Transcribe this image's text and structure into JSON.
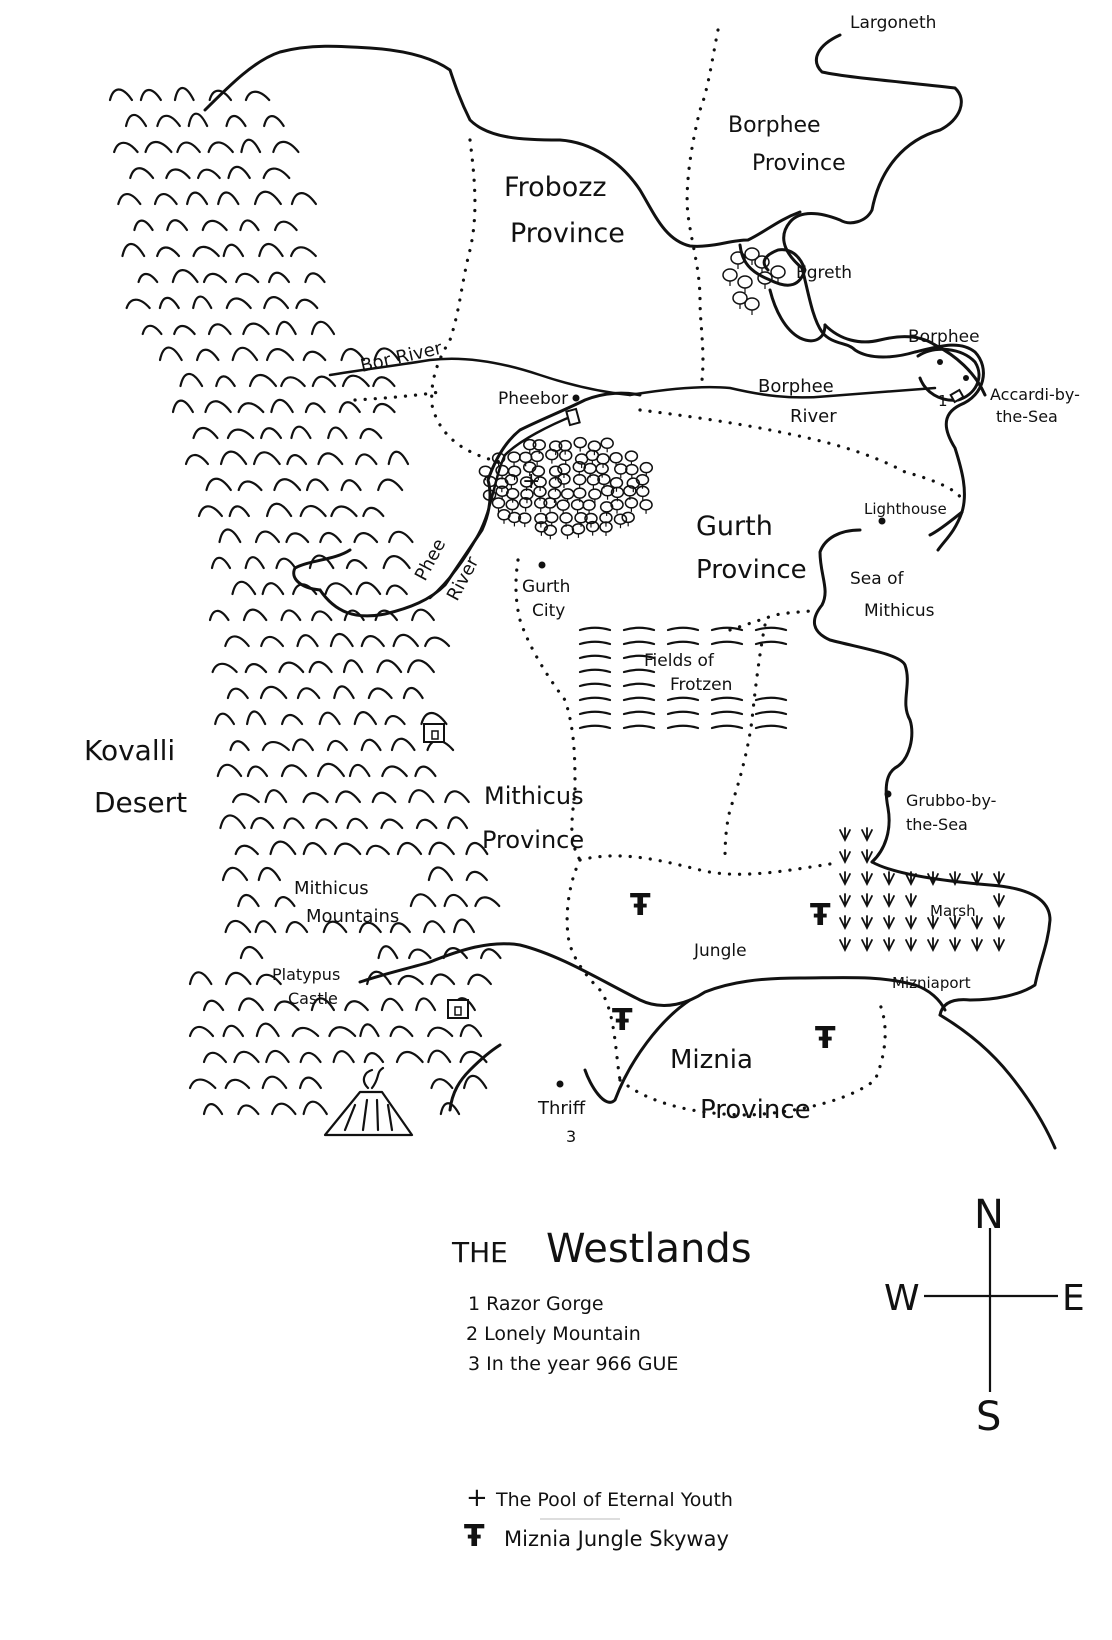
{
  "map": {
    "regions": {
      "frobozz_province": "Frobozz Province",
      "borphee_province": "Borphee Province",
      "gurth_province": "Gurth Province",
      "mithicus_province": "Mithicus Province",
      "miznia_province": "Miznia Province",
      "kovalli_desert": "Kovalli Desert"
    },
    "places": {
      "largoneth": "Largoneth",
      "egreth": "Egreth",
      "borphee": "Borphee",
      "accardi": "Accardi-by-the-Sea",
      "pheebor": "Pheebor",
      "lighthouse": "Lighthouse",
      "gurth_city": "Gurth City",
      "sea_of_mithicus": "Sea of Mithicus",
      "fields_of_frotzen": "Fields of Frotzen",
      "grubbo": "Grubbo-by-the-Sea",
      "marsh": "Marsh",
      "jungle": "Jungle",
      "mizniaport": "Mizniaport",
      "mithicus_mountains": "Mithicus Mountains",
      "platypus_castle": "Platypus Castle",
      "thriff": "Thriff"
    },
    "rivers": {
      "bor_river": "Bor River",
      "borphee_river": "Borphee River",
      "phee_river": "Phee River"
    },
    "note_markers": {
      "one": "1",
      "three": "3"
    }
  },
  "legend": {
    "title_prefix": "THE",
    "title_main": "Westlands",
    "notes": [
      "1 Razor Gorge",
      "2 Lonely Mountain",
      "3 In the year 966 GUE"
    ],
    "symbols": [
      {
        "glyph": "+",
        "label": "The Pool of Eternal Youth"
      },
      {
        "glyph": "Ŧ",
        "label": "Miznia Jungle Skyway"
      }
    ]
  },
  "compass": {
    "n": "N",
    "s": "S",
    "e": "E",
    "w": "W"
  }
}
